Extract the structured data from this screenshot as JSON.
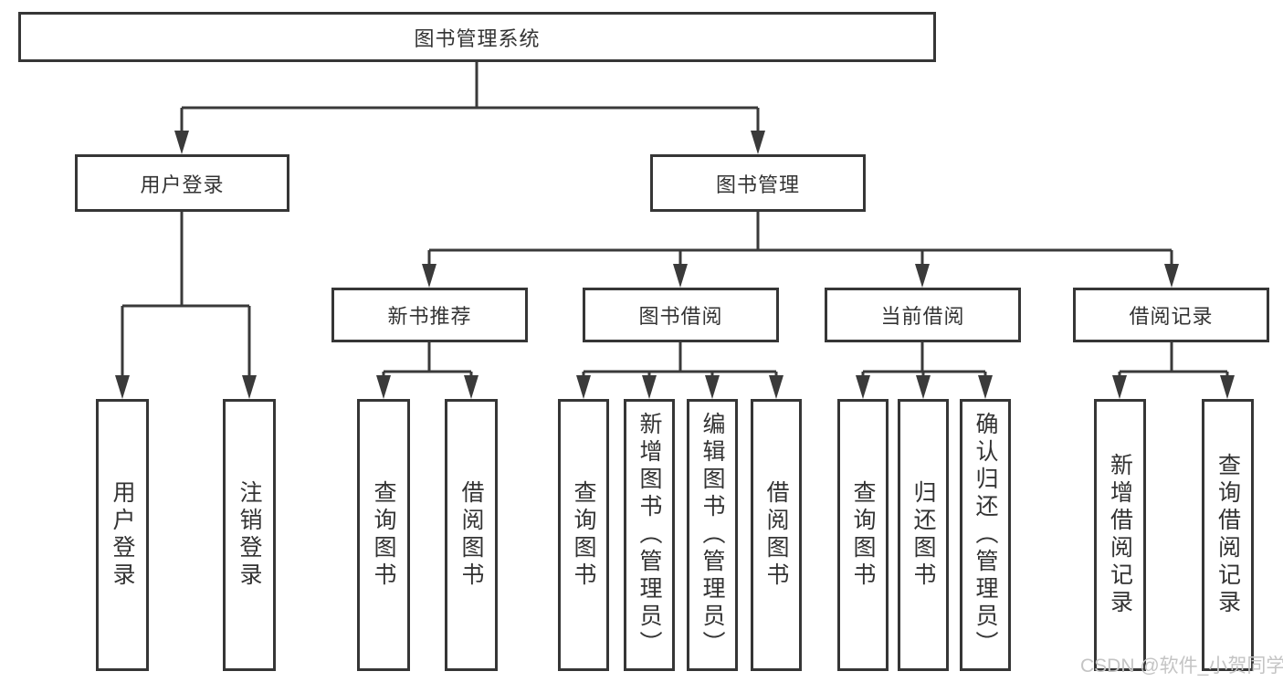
{
  "diagram_type": "hierarchy",
  "tree": {
    "label": "图书管理系统",
    "children": [
      {
        "label": "用户登录",
        "children": [
          {
            "label": "用户登录"
          },
          {
            "label": "注销登录"
          }
        ]
      },
      {
        "label": "图书管理",
        "children": [
          {
            "label": "新书推荐",
            "children": [
              {
                "label": "查询图书"
              },
              {
                "label": "借阅图书"
              }
            ]
          },
          {
            "label": "图书借阅",
            "children": [
              {
                "label": "查询图书"
              },
              {
                "label": "新增图书（管理员）"
              },
              {
                "label": "编辑图书（管理员）"
              },
              {
                "label": "借阅图书"
              }
            ]
          },
          {
            "label": "当前借阅",
            "children": [
              {
                "label": "查询图书"
              },
              {
                "label": "归还图书"
              },
              {
                "label": "确认归还（管理员）"
              }
            ]
          },
          {
            "label": "借阅记录",
            "children": [
              {
                "label": "新增借阅记录"
              },
              {
                "label": "查询借阅记录"
              }
            ]
          }
        ]
      }
    ]
  },
  "watermark": "CSDN @软件_小贺同学",
  "colors": {
    "line": "#3a3a3a",
    "border": "#363636",
    "text": "#333333",
    "background": "#ffffff",
    "watermark": "#c4c4c4"
  }
}
